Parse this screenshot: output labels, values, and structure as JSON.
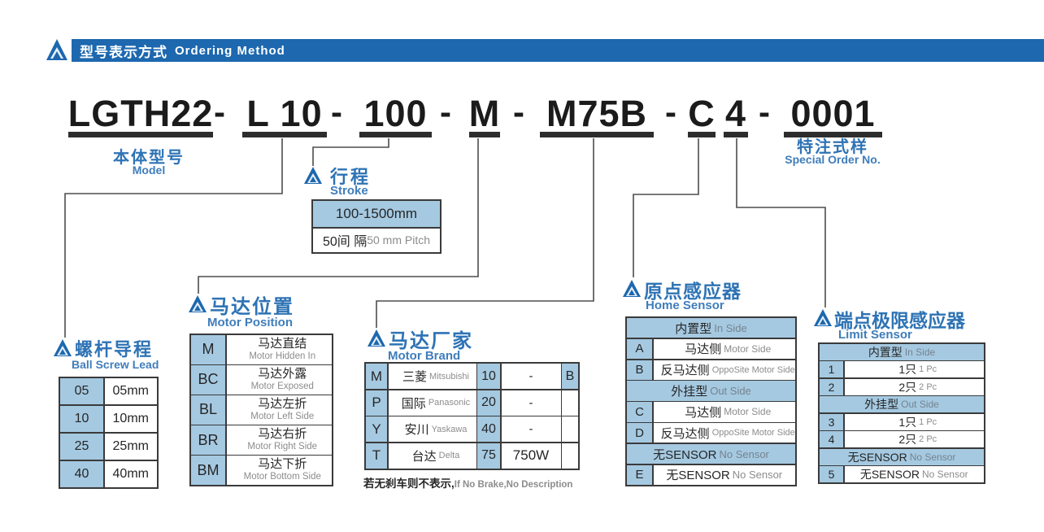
{
  "colors": {
    "bar_blue": "#1d68af",
    "title_blue": "#2e73b5",
    "cell_blue": "#a5c9e1",
    "dark_text": "#262626",
    "gray_text": "#8c8c8c",
    "connector": "#4d4d4d"
  },
  "header": {
    "zh": "型号表示方式",
    "en": "Ordering Method"
  },
  "model": {
    "segments": [
      "LGTH22",
      "L 10",
      "100",
      "M",
      "M75B",
      "C",
      "4",
      "0001"
    ],
    "dash": "-",
    "label_zh": "本体型号",
    "label_en": "Model",
    "special_zh": "特注式样",
    "special_en": "Special Order No."
  },
  "stroke": {
    "zh": "行程",
    "en": "Stroke",
    "range": "100-1500mm",
    "pitch_zh": "50间 隔",
    "pitch_en": "50 mm Pitch"
  },
  "ball_screw": {
    "zh": "螺杆导程",
    "en": "Ball Screw Lead",
    "rows": [
      [
        "05",
        "05mm"
      ],
      [
        "10",
        "10mm"
      ],
      [
        "25",
        "25mm"
      ],
      [
        "40",
        "40mm"
      ]
    ]
  },
  "motor_position": {
    "zh": "马达位置",
    "en": "Motor Position",
    "rows": [
      [
        "M",
        "马达直结",
        "Motor Hidden In"
      ],
      [
        "BC",
        "马达外露",
        "Motor Exposed"
      ],
      [
        "BL",
        "马达左折",
        "Motor Left Side"
      ],
      [
        "BR",
        "马达右折",
        "Motor Right Side"
      ],
      [
        "BM",
        "马达下折",
        "Motor Bottom Side"
      ]
    ]
  },
  "motor_brand": {
    "zh": "马达厂家",
    "en": "Motor Brand",
    "rows": [
      [
        "M",
        "三菱",
        "Mitsubishi",
        "10",
        "-",
        "B"
      ],
      [
        "P",
        "国际",
        "Panasonic",
        "20",
        "-",
        ""
      ],
      [
        "Y",
        "安川",
        "Yaskawa",
        "40",
        "-",
        ""
      ],
      [
        "T",
        "台达",
        "Delta",
        "75",
        "750W",
        ""
      ]
    ],
    "note_zh": "若无刹车则不表示,",
    "note_en": "If No Brake,No Description"
  },
  "home_sensor": {
    "zh": "原点感应器",
    "en": "Home Sensor",
    "rows": [
      {
        "kind": "h",
        "zh": "内置型",
        "en": "In Side"
      },
      {
        "kind": "i",
        "code": "A",
        "zh": "马达侧",
        "en": "Motor Side"
      },
      {
        "kind": "i",
        "code": "B",
        "zh": "反马达侧",
        "en": "OppoSite Motor Side"
      },
      {
        "kind": "h",
        "zh": "外挂型",
        "en": "Out Side"
      },
      {
        "kind": "i",
        "code": "C",
        "zh": "马达侧",
        "en": "Motor Side"
      },
      {
        "kind": "i",
        "code": "D",
        "zh": "反马达侧",
        "en": "OppoSite Motor Side"
      },
      {
        "kind": "h",
        "zh": "无SENSOR",
        "en": "No Sensor"
      },
      {
        "kind": "i",
        "code": "E",
        "zh": "无SENSOR",
        "en": "No Sensor"
      }
    ]
  },
  "limit_sensor": {
    "zh": "端点极限感应器",
    "en": "Limit Sensor",
    "rows": [
      {
        "kind": "h",
        "zh": "内置型",
        "en": "In Side"
      },
      {
        "kind": "i",
        "code": "1",
        "zh": "1只",
        "en": "1 Pc"
      },
      {
        "kind": "i",
        "code": "2",
        "zh": "2只",
        "en": "2 Pc"
      },
      {
        "kind": "h",
        "zh": "外挂型",
        "en": "Out Side"
      },
      {
        "kind": "i",
        "code": "3",
        "zh": "1只",
        "en": "1 Pc"
      },
      {
        "kind": "i",
        "code": "4",
        "zh": "2只",
        "en": "2 Pc"
      },
      {
        "kind": "h",
        "zh": "无SENSOR",
        "en": "No Sensor"
      },
      {
        "kind": "i",
        "code": "5",
        "zh": "无SENSOR",
        "en": "No Sensor"
      }
    ]
  }
}
